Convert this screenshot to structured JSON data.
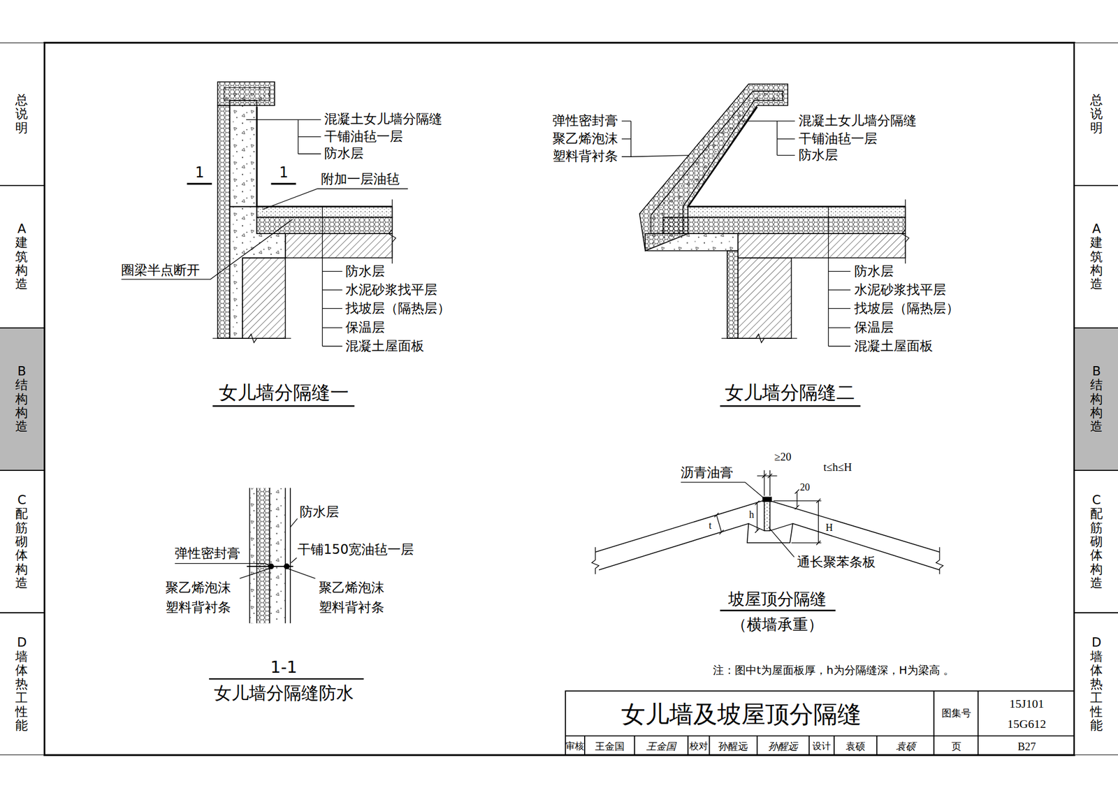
{
  "diagram": {
    "title": "女儿墙及坡屋顶分隔缝",
    "nodes": [
      {
        "text": [
          "总说明"
        ]
      },
      {
        "text": [
          "A建筑构造"
        ]
      },
      {
        "text": [
          "B结构构造"
        ]
      },
      {
        "text": [
          "C配筋砌体构造"
        ]
      },
      {
        "text": [
          "D墙体热工性能"
        ]
      },
      {
        "text": [
          "总说明"
        ]
      },
      {
        "text": [
          "A建筑构造"
        ]
      },
      {
        "text": [
          "B结构构造"
        ]
      },
      {
        "text": [
          "C配筋砌体构造"
        ]
      },
      {
        "text": [
          "D墙体热工性能"
        ]
      }
    ],
    "labels": [
      "混凝土女儿墙分隔缝",
      "干铺油毡一层",
      "防水层",
      "1",
      "1",
      "附加一层油毡",
      "圈梁半点断开",
      "防水层",
      "水泥砂浆找平层",
      "找坡层（隔热层）",
      "保温层",
      "混凝土屋面板",
      "女儿墙分隔缝一",
      "弹性密封膏",
      "聚乙烯泡沫",
      "塑料背衬条",
      "混凝土女儿墙分隔缝",
      "干铺油毡一层",
      "防水层",
      "防水层",
      "水泥砂浆找平层",
      "找坡层（隔热层）",
      "保温层",
      "混凝土屋面板",
      "女儿墙分隔缝二",
      "防水层",
      "弹性密封膏",
      "干铺150宽油毡一层",
      "聚乙烯泡沫",
      "塑料背衬条",
      "聚乙烯泡沫",
      "塑料背衬条",
      "1-1",
      "女儿墙分隔缝防水",
      "≥20",
      "t≤h≤H",
      "沥青油膏",
      "20",
      "h",
      "t",
      "H",
      "通长聚苯条板",
      "坡屋顶分隔缝",
      "（横墙承重）",
      "注：图中t为屋面板厚，h为分隔缝深，H为梁高 。",
      "图集号",
      "15J101",
      "15G612",
      "审核",
      "王金国",
      "王金国",
      "校对",
      "孙醒远",
      "孙醒远",
      "设计",
      "袁硕",
      "袁硕",
      "页",
      "B27"
    ]
  }
}
